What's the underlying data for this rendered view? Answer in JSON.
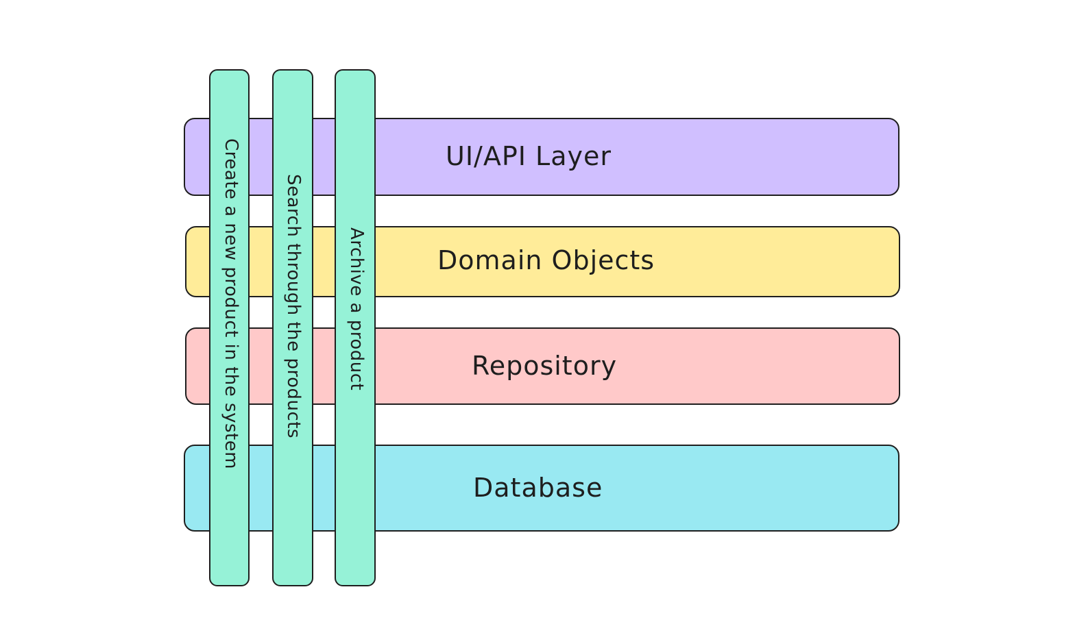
{
  "colors": {
    "ui_layer": "#d0bfff",
    "domain_layer": "#ffec99",
    "repository_layer": "#ffc9c9",
    "database_layer": "#99e9f2",
    "vertical_slice": "#96f2d7",
    "stroke": "#1e1e1e"
  },
  "layers": [
    {
      "label": "UI/API Layer"
    },
    {
      "label": "Domain Objects"
    },
    {
      "label": "Repository"
    },
    {
      "label": "Database"
    }
  ],
  "slices": [
    {
      "label": "Create a new product in the system"
    },
    {
      "label": "Search through the products"
    },
    {
      "label": "Archive a product"
    }
  ]
}
